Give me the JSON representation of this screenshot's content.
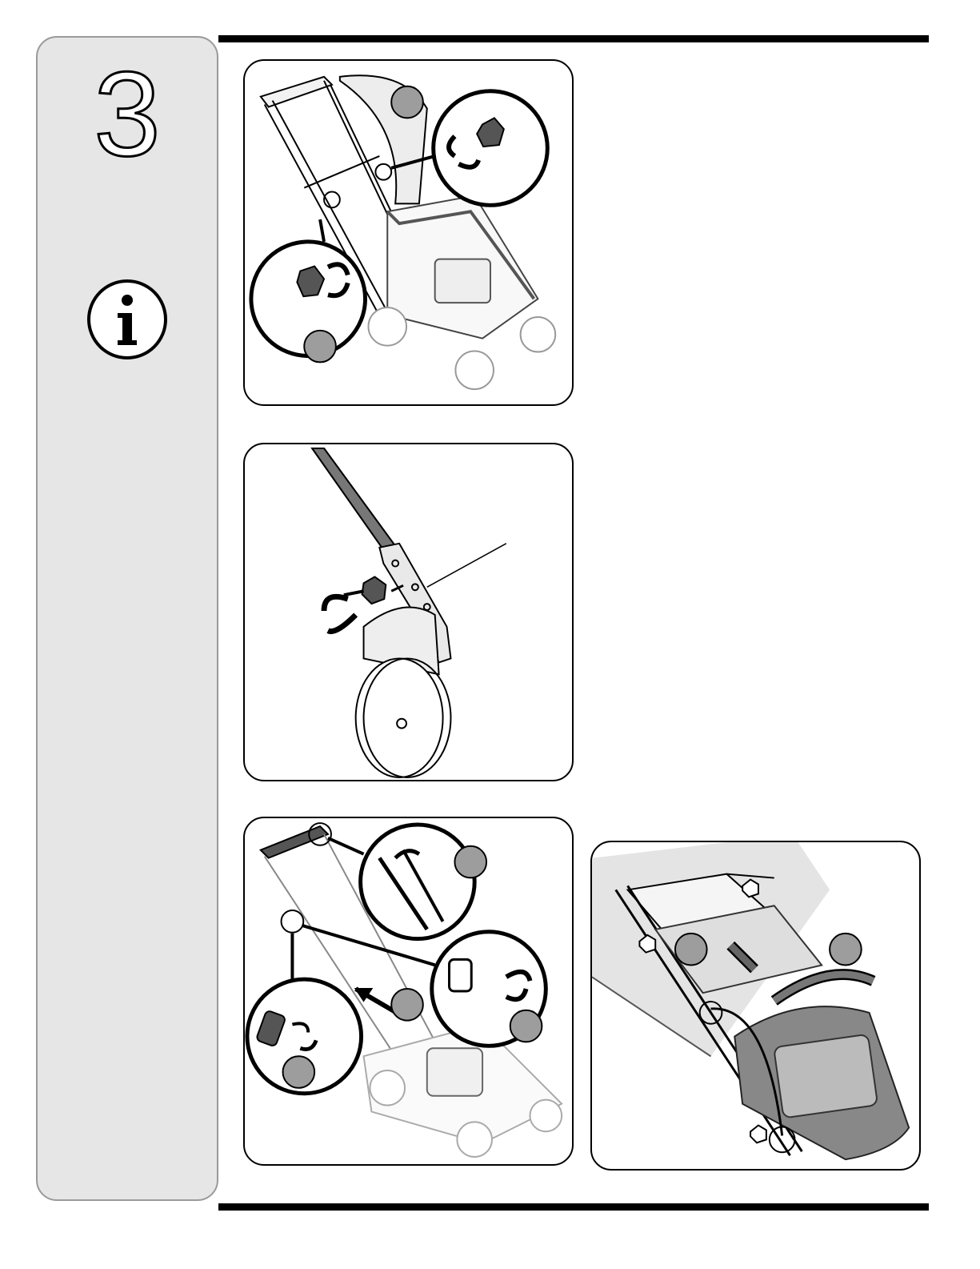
{
  "sidebar": {
    "step_number": "3",
    "icon": "info-icon",
    "background_color": "#e6e6e6"
  },
  "panels": [
    {
      "id": "handle-knobs",
      "callouts": [
        "",
        ""
      ]
    },
    {
      "id": "rear-bracket-knob",
      "callouts": []
    },
    {
      "id": "starter-rope-guide",
      "callouts": [
        "",
        "",
        "",
        ""
      ]
    },
    {
      "id": "grass-bag-attach",
      "callouts": [
        "",
        ""
      ]
    }
  ]
}
